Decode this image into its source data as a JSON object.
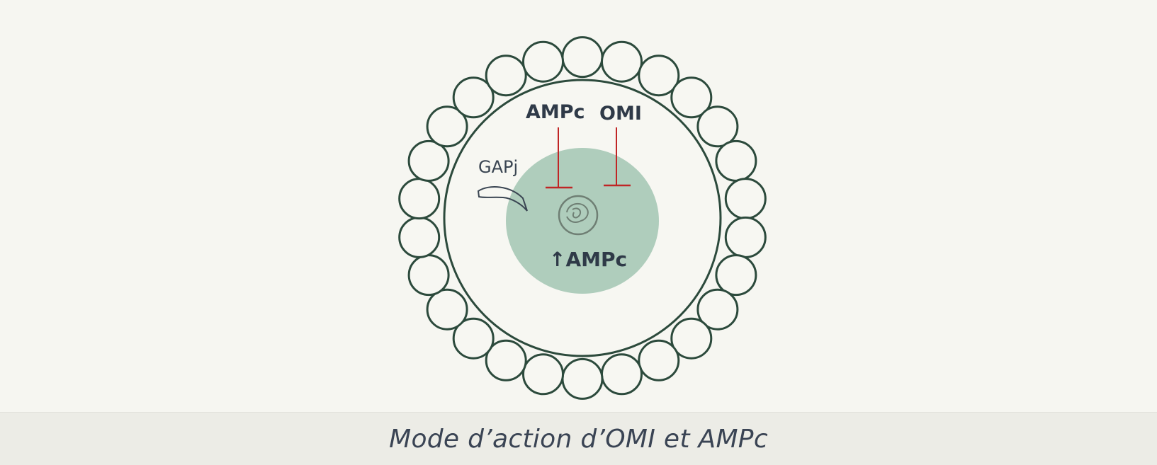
{
  "diagram": {
    "labels": {
      "ampc_top": "AMPc",
      "omi": "OMI",
      "gapj": "GAPj",
      "ampc_up": "↑AMPc"
    },
    "colors": {
      "cell_stroke": "#2c4a3c",
      "inhibition": "#c02525",
      "oocyte_fill": "#a8c9b7",
      "text": "#2f3a48"
    }
  },
  "caption": {
    "text": "Mode d’action d’OMI et AMPc"
  }
}
